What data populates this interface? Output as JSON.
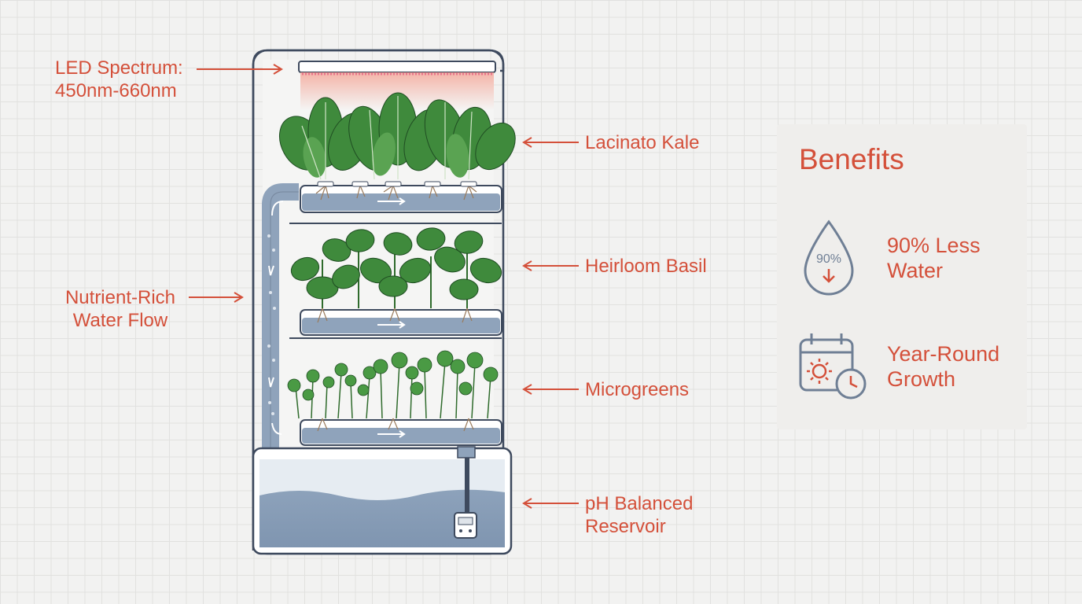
{
  "callouts": {
    "led": [
      "LED Spectrum:",
      "450nm-660nm"
    ],
    "water_flow": [
      "Nutrient-Rich",
      "Water Flow"
    ],
    "kale": "Lacinato Kale",
    "basil": "Heirloom Basil",
    "microgreens": "Microgreens",
    "reservoir": [
      "pH Balanced",
      "Reservoir"
    ]
  },
  "benefits": {
    "title": "Benefits",
    "items": [
      {
        "icon": "water-drop-icon",
        "badge": "90%",
        "lines": [
          "90% Less",
          "Water"
        ]
      },
      {
        "icon": "calendar-sun-icon",
        "lines": [
          "Year-Round",
          "Growth"
        ]
      }
    ]
  },
  "colors": {
    "accent": "#d4503a",
    "outline": "#3e4a5e",
    "water": "#8fa3bb",
    "leaf": "#3c8a3a",
    "grid_bg": "#f2f2f1"
  }
}
